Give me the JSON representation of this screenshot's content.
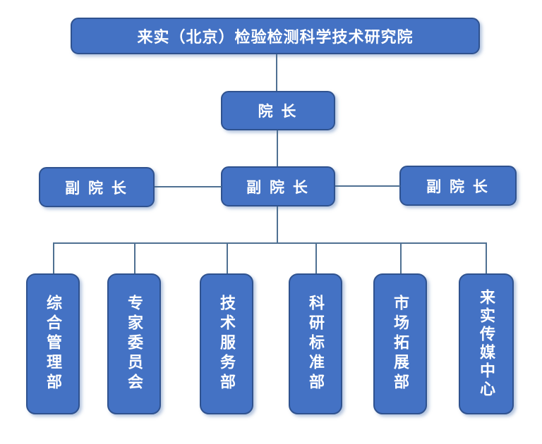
{
  "org": {
    "root": {
      "label": "来实（北京）检验检测科学技术研究院"
    },
    "president": {
      "label": "院 长"
    },
    "vice_presidents": [
      {
        "label": "副 院 长"
      },
      {
        "label": "副 院 长"
      },
      {
        "label": "副 院 长"
      }
    ],
    "departments": [
      {
        "label": "综合管理部"
      },
      {
        "label": "专家委员会"
      },
      {
        "label": "技术服务部"
      },
      {
        "label": "科研标准部"
      },
      {
        "label": "市场拓展部"
      },
      {
        "label": "来实传媒中心"
      }
    ]
  },
  "colors": {
    "box_fill": "#4472C4",
    "box_border": "#2F528F",
    "box_text": "#FFFFFF",
    "connector": "#4F7092",
    "background": "#FFFFFF"
  }
}
